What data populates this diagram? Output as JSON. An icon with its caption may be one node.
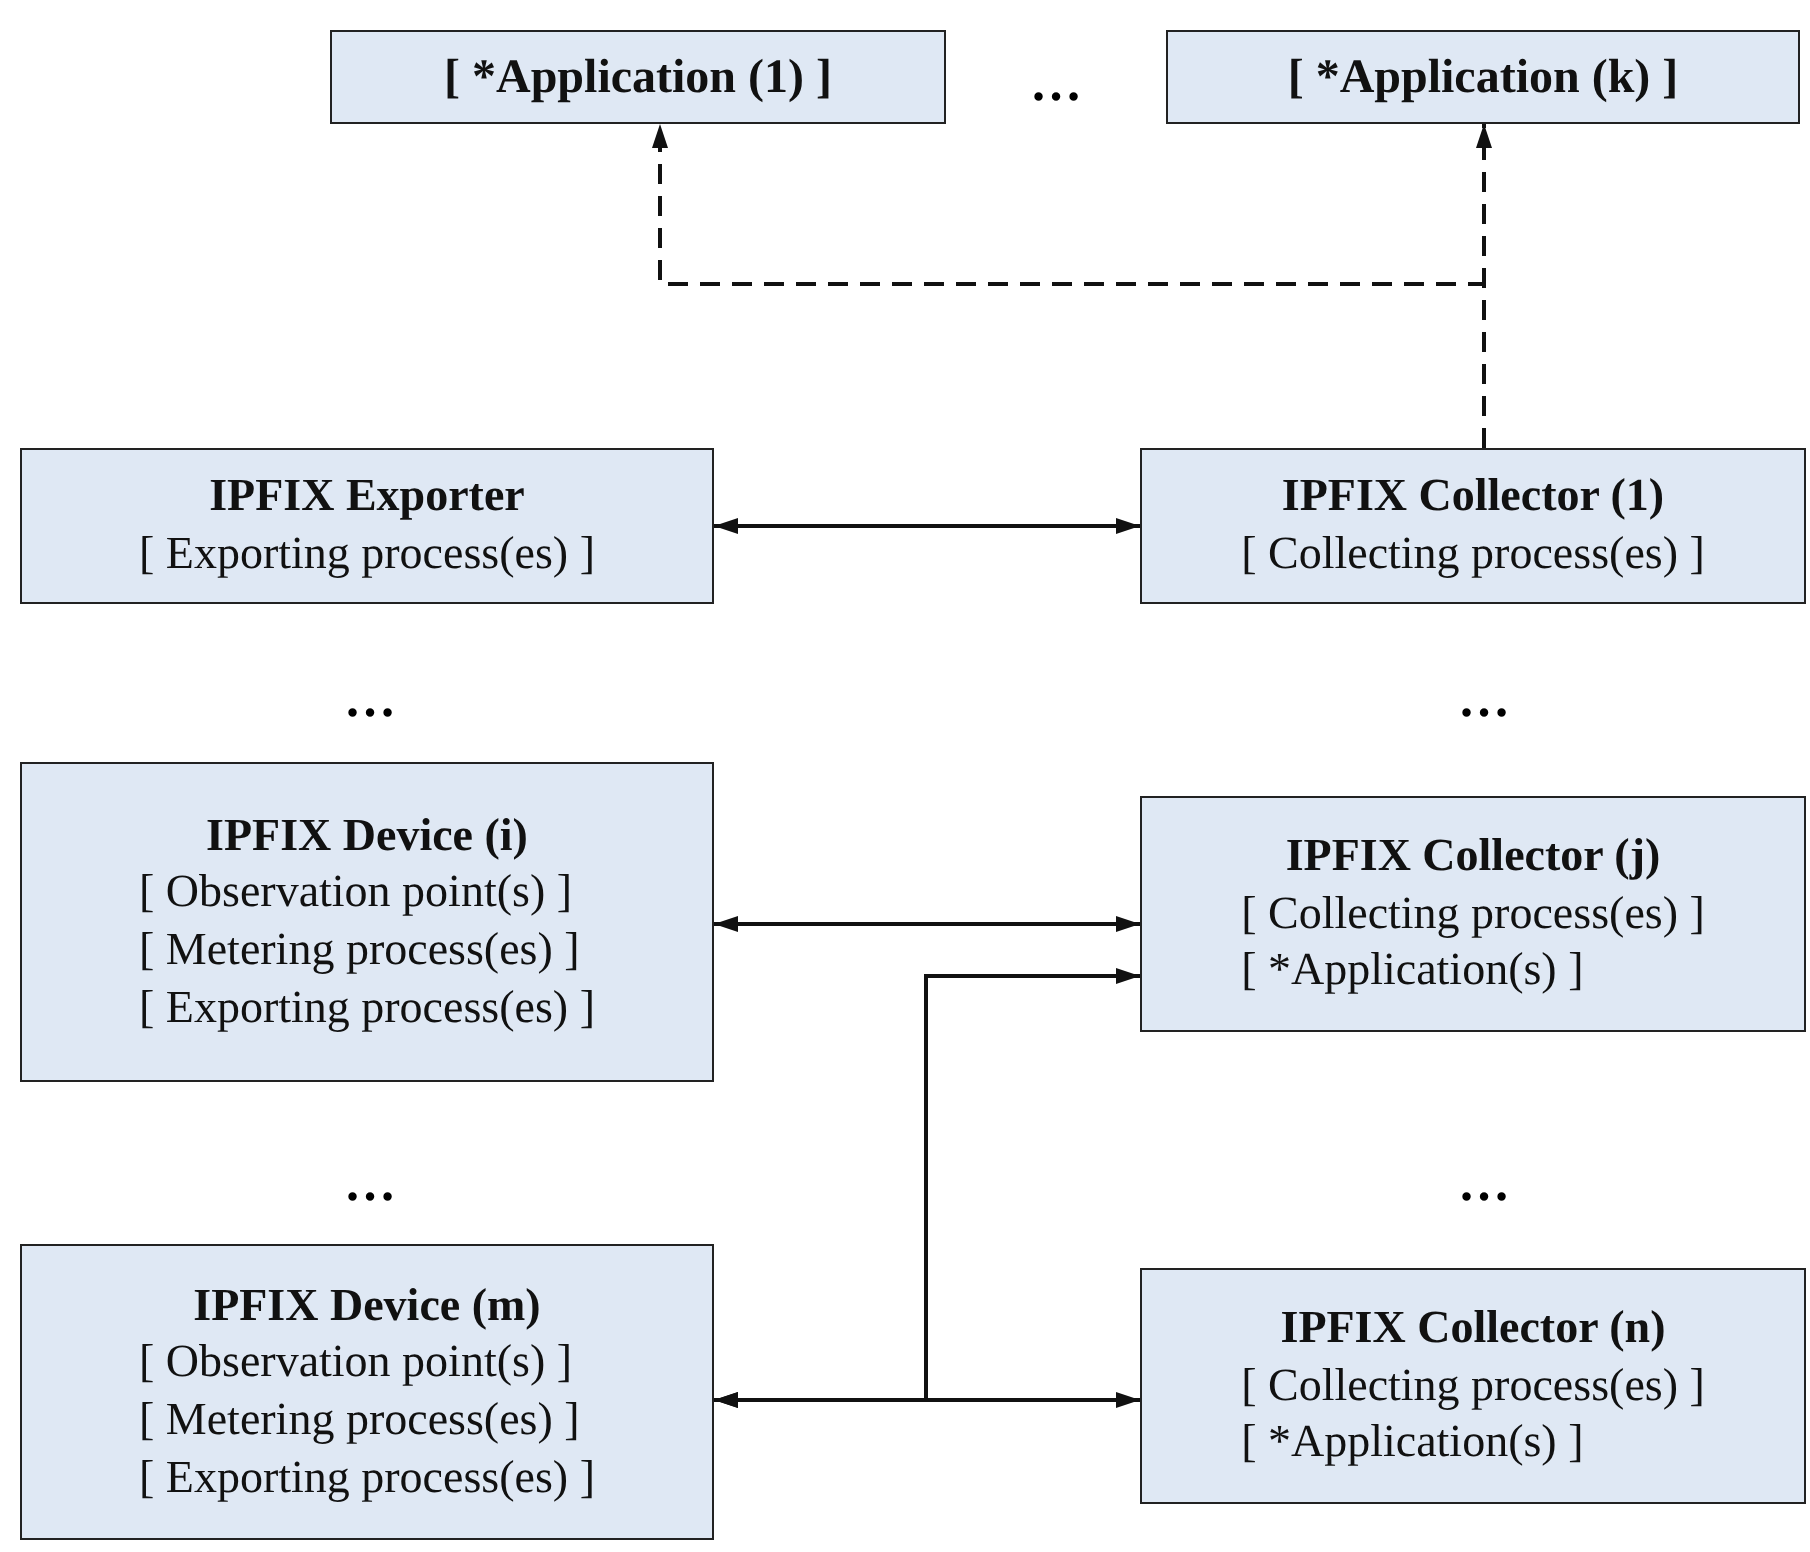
{
  "diagram": {
    "nodes": [
      {
        "text": [
          "[ *Application (1) ]"
        ]
      },
      {
        "text": [
          "[ *Application (k) ]"
        ]
      },
      {
        "text": [
          "IPFIX Exporter",
          "[ Exporting process(es) ]"
        ]
      },
      {
        "text": [
          "IPFIX Collector (1)",
          "[ Collecting process(es) ]"
        ]
      },
      {
        "text": [
          "IPFIX Device (i)",
          "[ Observation point(s) ]",
          "[ Metering process(es) ]",
          "[ Exporting process(es) ]"
        ]
      },
      {
        "text": [
          "IPFIX Collector (j)",
          "[ Collecting process(es) ]",
          "[ *Application(s) ]"
        ]
      },
      {
        "text": [
          "IPFIX Device (m)",
          "[ Observation point(s) ]",
          "[ Metering process(es) ]",
          "[ Exporting process(es) ]"
        ]
      },
      {
        "text": [
          "IPFIX Collector (n)",
          "[ Collecting process(es) ]",
          "[ *Application(s) ]"
        ]
      }
    ],
    "edges": [
      {
        "from": 3,
        "to": 0,
        "arrow": "to",
        "style": "dashed"
      },
      {
        "from": 3,
        "to": 1,
        "arrow": "to",
        "style": "dashed"
      },
      {
        "from": 2,
        "to": 3,
        "arrow": "both"
      },
      {
        "from": 4,
        "to": 5,
        "arrow": "both"
      },
      {
        "from": 6,
        "to": 7,
        "arrow": "both"
      },
      {
        "from": 6,
        "to": 5,
        "arrow": "both"
      }
    ],
    "labels": [
      "…",
      "…",
      "…",
      "…",
      "…"
    ]
  }
}
